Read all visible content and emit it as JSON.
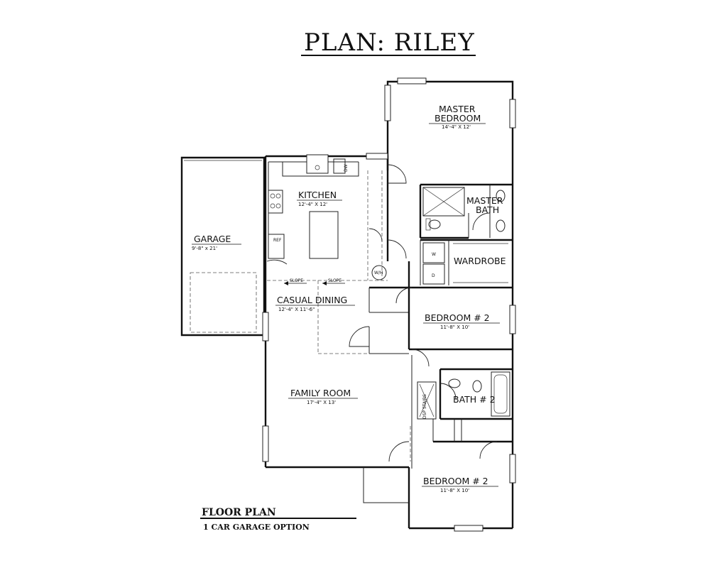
{
  "title": "PLAN:  RILEY",
  "rooms": {
    "master_bedroom": {
      "line1": "MASTER",
      "line2": "BEDROOM",
      "dim": "14'-4\" X 12'"
    },
    "master_bath": {
      "line1": "MASTER",
      "line2": "BATH"
    },
    "kitchen": {
      "name": "KITCHEN",
      "dim": "12'-4\" X 12'"
    },
    "garage": {
      "name": "GARAGE",
      "dim": "9'-8\" x 21'"
    },
    "casual_dining": {
      "name": "CASUAL DINING",
      "dim": "12'-4\" X 11'-6\""
    },
    "wardrobe": {
      "name": "WARDROBE"
    },
    "bedroom_upper": {
      "name": "BEDROOM # 2",
      "dim": "11'-8\" X 10'"
    },
    "bath2": {
      "name": "BATH # 2"
    },
    "family_room": {
      "name": "FAMILY ROOM",
      "dim": "17'-4\" X 13'"
    },
    "bedroom_lower": {
      "name": "BEDROOM # 2",
      "dim": "11'-8\" X 10'"
    }
  },
  "fixtures": {
    "ref": "REF",
    "washer": "W",
    "dryer": "D",
    "water_heater": "W/H",
    "dw": "DW",
    "slope": "SLOPE",
    "stairs": "DSP STAIRS"
  },
  "footer": {
    "label": "FLOOR  PLAN",
    "sub": "1  CAR  GARAGE  OPTION"
  }
}
